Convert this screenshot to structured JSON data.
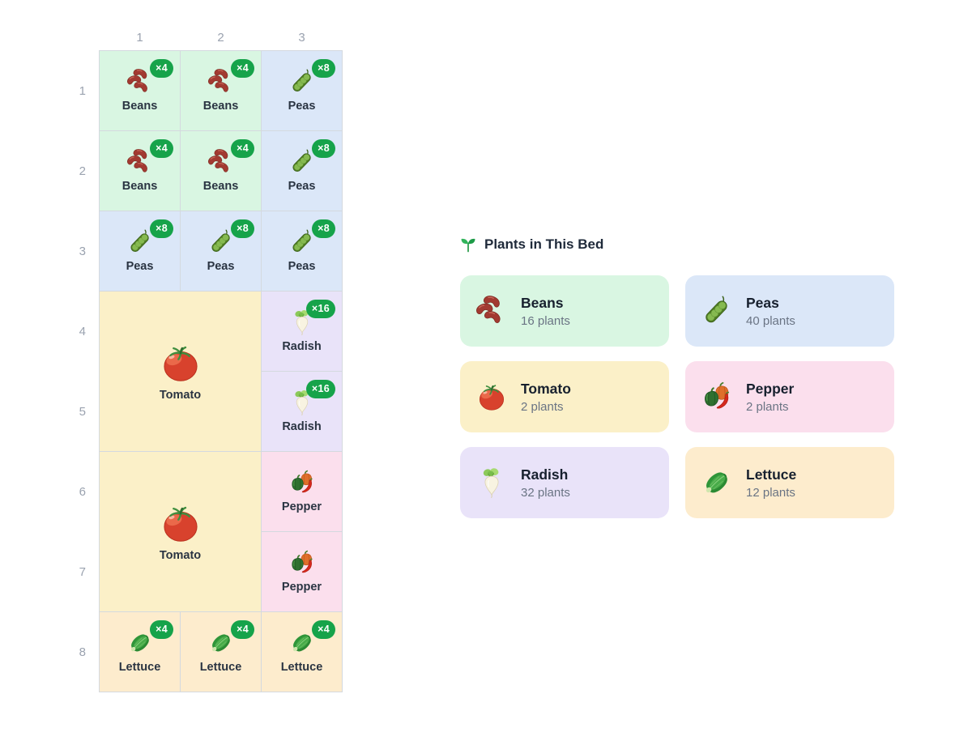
{
  "colors": {
    "badge_green": "#16a34a",
    "grid_line": "#d4d9df",
    "beans_bg": "#d9f6e2",
    "peas_bg": "#dbe7f8",
    "tomato_bg": "#fbf0c8",
    "radish_bg": "#e9e3f9",
    "pepper_bg": "#fbdfed",
    "lettuce_bg": "#fdeccd",
    "label_dark": "#2a3442",
    "header_gray": "#9aa2af"
  },
  "bed": {
    "col_headers": [
      "1",
      "2",
      "3"
    ],
    "row_headers": [
      "1",
      "2",
      "3",
      "4",
      "5",
      "6",
      "7",
      "8"
    ],
    "cells": [
      {
        "row": 1,
        "col": 1,
        "plant": "Beans",
        "badge": "×4",
        "icon": "beans-icon"
      },
      {
        "row": 1,
        "col": 2,
        "plant": "Beans",
        "badge": "×4",
        "icon": "beans-icon"
      },
      {
        "row": 1,
        "col": 3,
        "plant": "Peas",
        "badge": "×8",
        "icon": "peas-icon"
      },
      {
        "row": 2,
        "col": 1,
        "plant": "Beans",
        "badge": "×4",
        "icon": "beans-icon"
      },
      {
        "row": 2,
        "col": 2,
        "plant": "Beans",
        "badge": "×4",
        "icon": "beans-icon"
      },
      {
        "row": 2,
        "col": 3,
        "plant": "Peas",
        "badge": "×8",
        "icon": "peas-icon"
      },
      {
        "row": 3,
        "col": 1,
        "plant": "Peas",
        "badge": "×8",
        "icon": "peas-icon"
      },
      {
        "row": 3,
        "col": 2,
        "plant": "Peas",
        "badge": "×8",
        "icon": "peas-icon"
      },
      {
        "row": 3,
        "col": 3,
        "plant": "Peas",
        "badge": "×8",
        "icon": "peas-icon"
      },
      {
        "row": 4,
        "col": 1,
        "rowspan": 2,
        "colspan": 2,
        "plant": "Tomato",
        "icon": "tomato-icon"
      },
      {
        "row": 4,
        "col": 3,
        "plant": "Radish",
        "badge": "×16",
        "icon": "radish-icon"
      },
      {
        "row": 5,
        "col": 3,
        "plant": "Radish",
        "badge": "×16",
        "icon": "radish-icon"
      },
      {
        "row": 6,
        "col": 1,
        "rowspan": 2,
        "colspan": 2,
        "plant": "Tomato",
        "icon": "tomato-icon"
      },
      {
        "row": 6,
        "col": 3,
        "plant": "Pepper",
        "icon": "pepper-icon"
      },
      {
        "row": 7,
        "col": 3,
        "plant": "Pepper",
        "icon": "pepper-icon"
      },
      {
        "row": 8,
        "col": 1,
        "plant": "Lettuce",
        "badge": "×4",
        "icon": "lettuce-icon"
      },
      {
        "row": 8,
        "col": 2,
        "plant": "Lettuce",
        "badge": "×4",
        "icon": "lettuce-icon"
      },
      {
        "row": 8,
        "col": 3,
        "plant": "Lettuce",
        "badge": "×4",
        "icon": "lettuce-icon"
      }
    ]
  },
  "legend": {
    "title": "Plants in This Bed",
    "title_icon": "seedling-icon",
    "cards": [
      {
        "name": "Beans",
        "count": "16 plants",
        "icon": "beans-icon"
      },
      {
        "name": "Peas",
        "count": "40 plants",
        "icon": "peas-icon"
      },
      {
        "name": "Tomato",
        "count": "2 plants",
        "icon": "tomato-icon"
      },
      {
        "name": "Pepper",
        "count": "2 plants",
        "icon": "pepper-icon"
      },
      {
        "name": "Radish",
        "count": "32 plants",
        "icon": "radish-icon"
      },
      {
        "name": "Lettuce",
        "count": "12 plants",
        "icon": "lettuce-icon"
      }
    ]
  }
}
